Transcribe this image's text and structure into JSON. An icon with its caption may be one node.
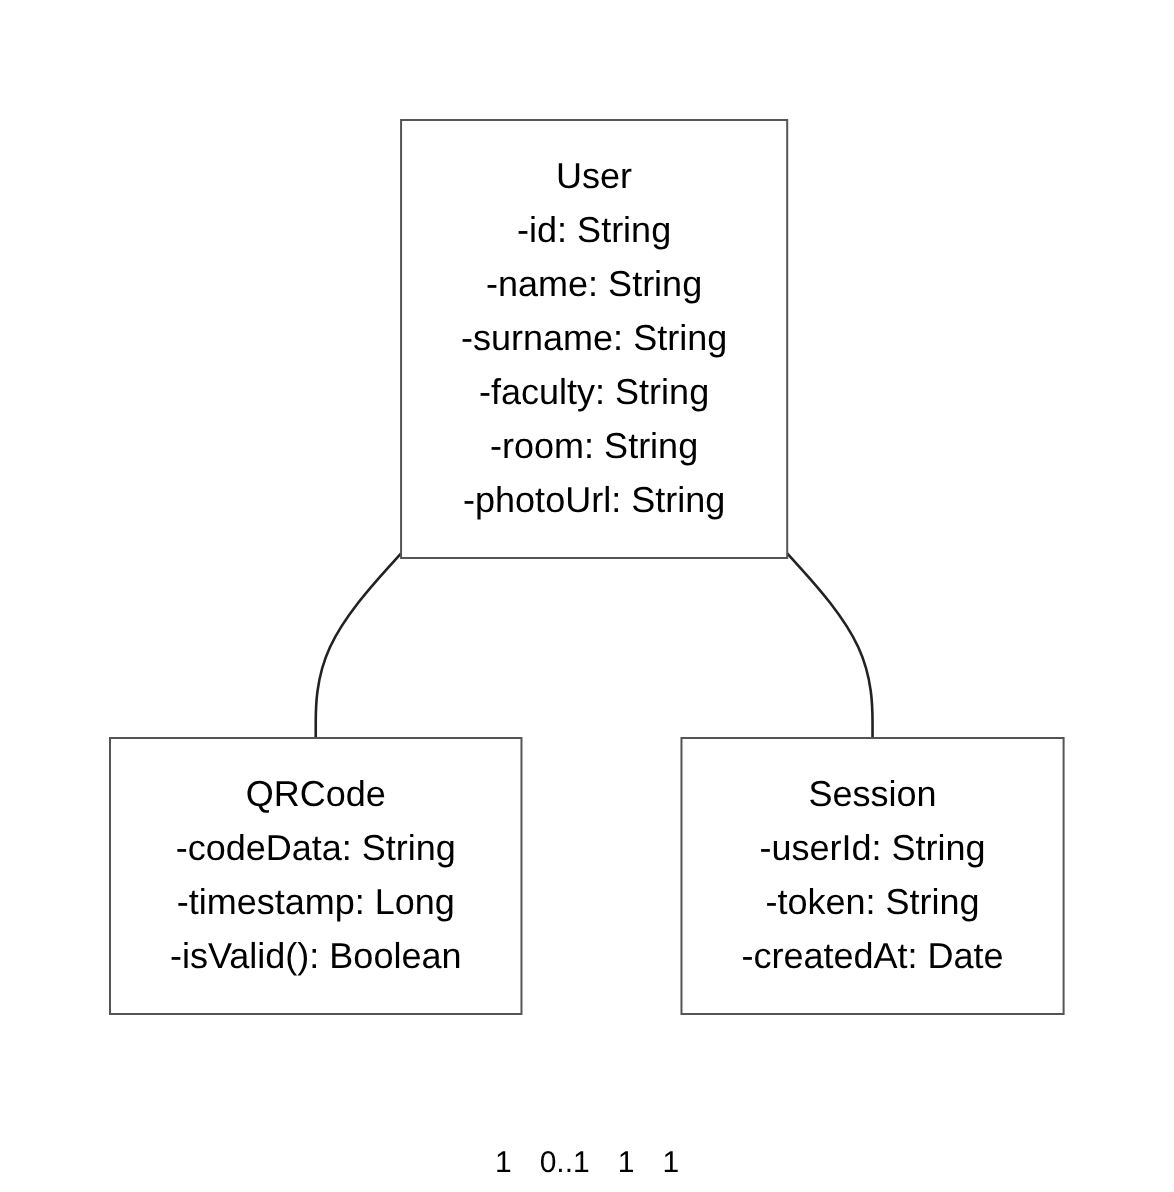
{
  "diagram": {
    "nodes": [
      {
        "text": [
          "User",
          "-id: String",
          "-name: String",
          "-surname: String",
          "-faculty: String",
          "-room: String",
          "-photoUrl: String"
        ]
      },
      {
        "text": [
          "QRCode",
          "-codeData: String",
          "-timestamp: Long",
          "-isValid(): Boolean"
        ]
      },
      {
        "text": [
          "Session",
          "-userId: String",
          "-token: String",
          "-createdAt: Date"
        ]
      }
    ],
    "edges": [
      {
        "from": 0,
        "to": 1,
        "arrow": "none"
      },
      {
        "from": 0,
        "to": 2,
        "arrow": "none"
      }
    ],
    "labels": [
      "1",
      "0..1",
      "1",
      "1"
    ]
  }
}
